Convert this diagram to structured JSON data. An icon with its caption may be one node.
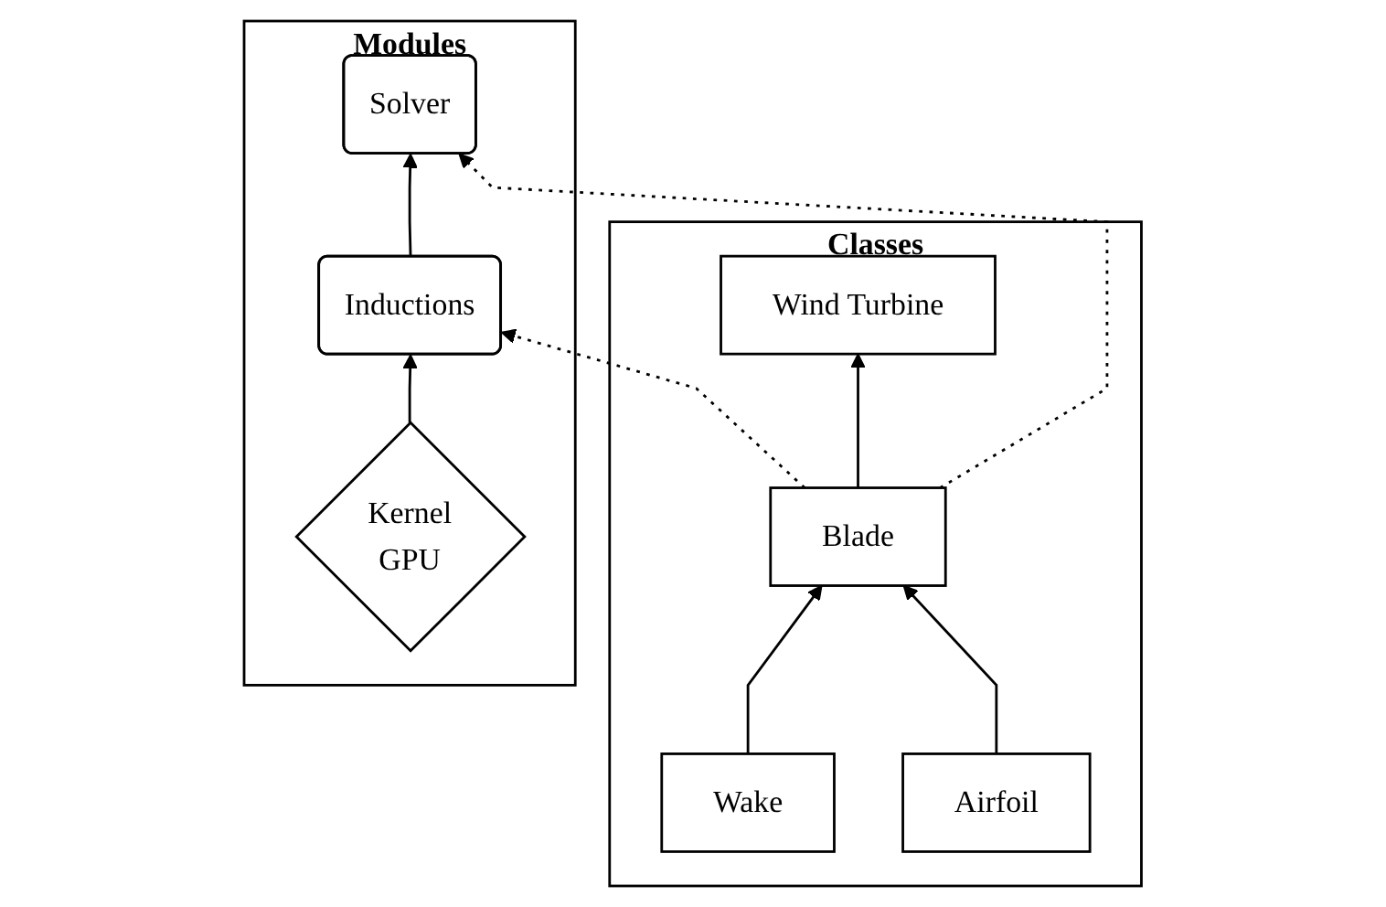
{
  "diagram": {
    "nodes": [
      {
        "text": [
          "Modules"
        ]
      },
      {
        "text": [
          "Solver"
        ],
        "in": 0
      },
      {
        "text": [
          "Inductions"
        ],
        "in": 0
      },
      {
        "text": [
          "Kernel",
          "GPU"
        ],
        "in": 0
      },
      {
        "text": [
          "Classes"
        ]
      },
      {
        "text": [
          "Wake"
        ],
        "in": 4
      },
      {
        "text": [
          "Wind Turbine"
        ],
        "in": 4
      },
      {
        "text": [
          "Blade"
        ],
        "in": 4
      },
      {
        "text": [
          "Airfoil"
        ],
        "in": 4
      }
    ],
    "edges": [
      {
        "from": 2,
        "to": 1,
        "arrow": "to"
      },
      {
        "from": 3,
        "to": 2,
        "arrow": "to"
      },
      {
        "from": 7,
        "to": 1,
        "arrow": "to",
        "style": "dashed"
      },
      {
        "from": 7,
        "to": 2,
        "arrow": "to",
        "style": "dashed"
      },
      {
        "from": 5,
        "to": 7,
        "arrow": "to"
      },
      {
        "from": 7,
        "to": 6,
        "arrow": "to"
      },
      {
        "from": 8,
        "to": 7,
        "arrow": "to"
      }
    ]
  }
}
